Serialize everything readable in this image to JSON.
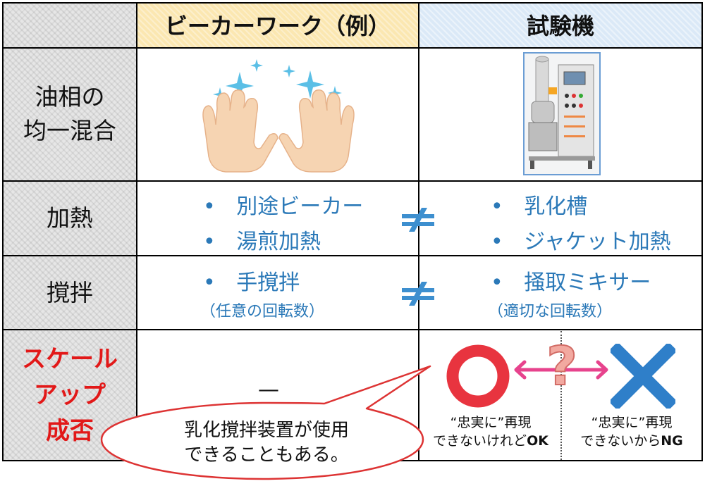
{
  "header": {
    "col1": "ビーカーワーク（例）",
    "col2": "試験機"
  },
  "rows": {
    "mix": {
      "label_line1": "油相の",
      "label_line2": "均一混合"
    },
    "heat": {
      "label": "加熱",
      "beaker_items": [
        "別途ビーカー",
        "湯煎加熱"
      ],
      "tester_items": [
        "乳化槽",
        "ジャケット加熱"
      ]
    },
    "stir": {
      "label": "撹拌",
      "beaker_item": "手撹拌",
      "beaker_note": "（任意の回転数）",
      "tester_item": "掻取ミキサー",
      "tester_note": "（適切な回転数）"
    },
    "scale": {
      "label_line1": "スケール",
      "label_line2": "アップ",
      "label_line3": "成否",
      "beaker_value": "—",
      "ok_note_line1": "“忠実に”再現",
      "ok_note_line2_pre": "できないけれど",
      "ok_note_line2_bold": "OK",
      "ng_note_line1": "“忠実に”再現",
      "ng_note_line2_pre": "できないから",
      "ng_note_line2_bold": "NG"
    }
  },
  "callout": {
    "line1": "乳化撹拌装置が使用",
    "line2": "できることもある。"
  },
  "symbols": {
    "bullet": "•",
    "question": "?"
  },
  "colors": {
    "header_left_bg": "#fbe7b1",
    "header_right_bg": "#dbe9f7",
    "label_col_bg": "#e6e6e6",
    "bullet_text": "#2b79b8",
    "not_equal": "#3d8fcf",
    "scale_label": "#e21818",
    "circle": "#e8343f",
    "cross": "#2f7fc9",
    "arrow": "#e7438d",
    "question": "#f2a9a0",
    "callout_border": "#d33"
  }
}
